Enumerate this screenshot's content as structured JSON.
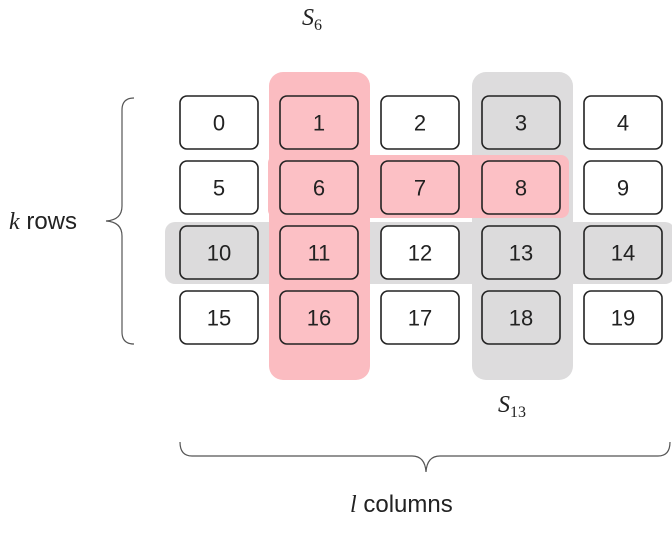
{
  "colors": {
    "red_highlight": "#fbbcc1",
    "red_cell_fill": "#fcc0c5",
    "gray_highlight": "#dddcdd",
    "gray_cell_fill": "#dcdbdc",
    "cell_fill": "#ffffff",
    "cell_stroke": "#222222"
  },
  "grid": {
    "rows": [
      [
        "0",
        "1",
        "2",
        "3",
        "4"
      ],
      [
        "5",
        "6",
        "7",
        "8",
        "9"
      ],
      [
        "10",
        "11",
        "12",
        "13",
        "14"
      ],
      [
        "15",
        "16",
        "17",
        "18",
        "19"
      ]
    ],
    "red_cells": [
      "1",
      "6",
      "7",
      "8",
      "11",
      "16"
    ],
    "gray_cells": [
      "3",
      "10",
      "13",
      "14",
      "18"
    ]
  },
  "labels": {
    "s6": {
      "var": "S",
      "sub": "6"
    },
    "s13": {
      "var": "S",
      "sub": "13"
    },
    "rows": {
      "var": "k",
      "word": " rows"
    },
    "columns": {
      "var": "l",
      "word": " columns"
    }
  }
}
